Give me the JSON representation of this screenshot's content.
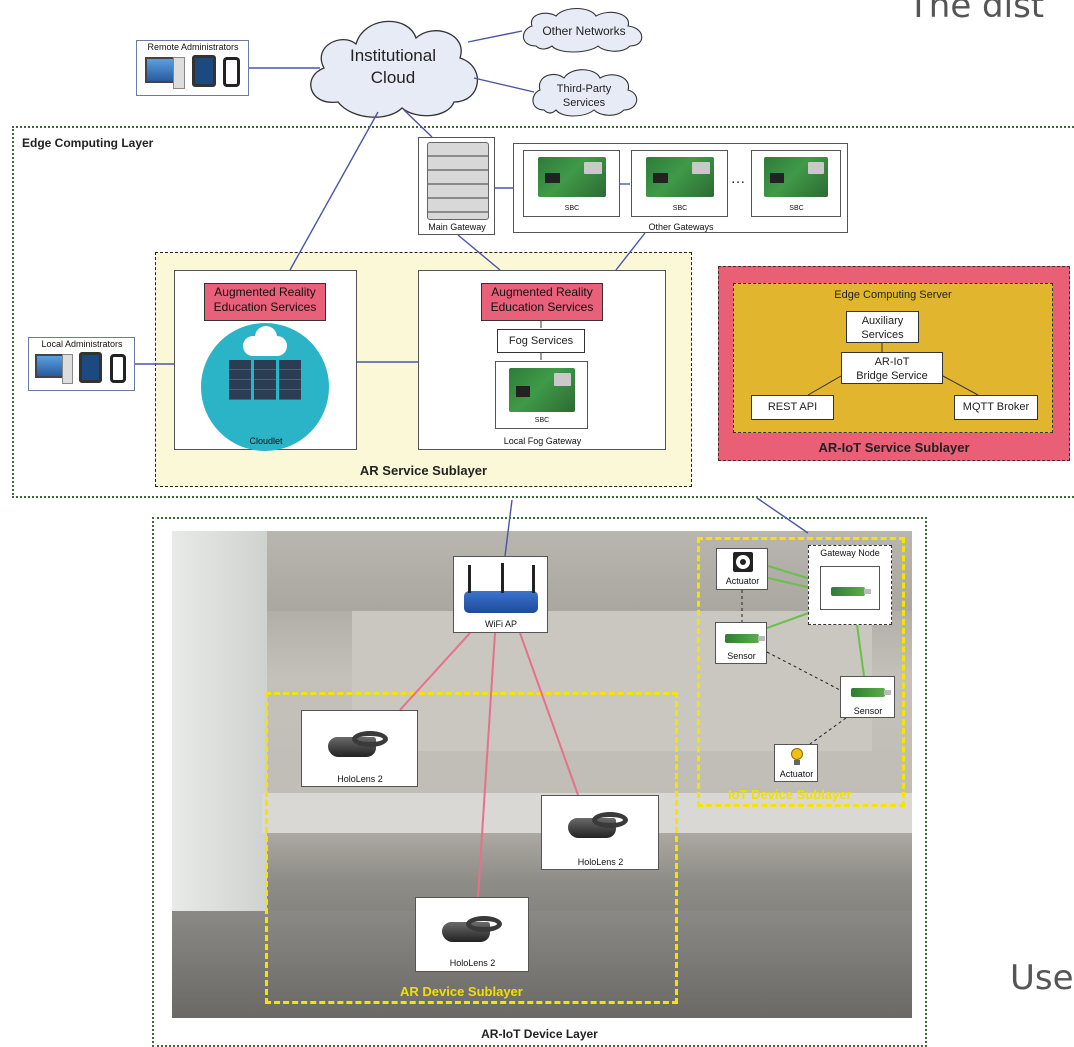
{
  "top_right_text": "The dist",
  "bottom_right_text": "Use",
  "cloud": {
    "label_line1": "Institutional",
    "label_line2": "Cloud"
  },
  "other_networks": "Other Networks",
  "third_party": {
    "line1": "Third-Party",
    "line2": "Services"
  },
  "remote_admins": "Remote Administrators",
  "local_admins": "Local Administrators",
  "edge_layer": {
    "title": "Edge Computing Layer",
    "main_gateway": "Main Gateway",
    "other_gateways": "Other Gateways",
    "sbc": "SBC",
    "ellipsis": "…"
  },
  "ar_service": {
    "title": "AR Service Sublayer",
    "ar_edu_line1": "Augmented Reality",
    "ar_edu_line2": "Education Services",
    "cloudlet": "Cloudlet",
    "fog_services": "Fog Services",
    "local_fog_gateway": "Local Fog Gateway",
    "sbc": "SBC"
  },
  "ariot_service": {
    "title": "AR-IoT Service Sublayer",
    "server": "Edge Computing Server",
    "aux_line1": "Auxiliary",
    "aux_line2": "Services",
    "bridge_line1": "AR-IoT",
    "bridge_line2": "Bridge Service",
    "rest": "REST API",
    "mqtt": "MQTT Broker"
  },
  "device_layer": {
    "title": "AR-IoT Device Layer",
    "wifi": "WiFi AP",
    "hololens": "HoloLens 2",
    "ar_device_sublayer": "AR Device Sublayer",
    "iot_device_sublayer": "IoT Device Sublayer",
    "gateway_node": "Gateway Node",
    "actuator": "Actuator",
    "sensor": "Sensor"
  },
  "colors": {
    "ar_sublayer_bg": "#fbf8d8",
    "ariot_bg": "#e95f76",
    "server_bg": "#e2b52f",
    "pink_box": "#e8607a",
    "yellow_dash": "#f5e400",
    "green_dots": "#2e7d32"
  }
}
